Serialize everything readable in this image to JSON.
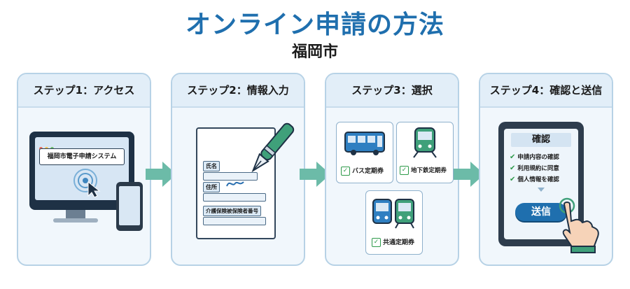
{
  "title": "オンライン申請の方法",
  "subtitle": "福岡市",
  "steps": [
    {
      "label": "ステップ1：アクセス"
    },
    {
      "label": "ステップ2：情報入力"
    },
    {
      "label": "ステップ3：選択"
    },
    {
      "label": "ステップ4：確認と送信"
    }
  ],
  "step1": {
    "system_name": "福岡市電子申請システム"
  },
  "step2": {
    "fields": [
      "氏名",
      "住所",
      "介護保険被保険者番号"
    ]
  },
  "step3": {
    "passes": [
      "バス定期券",
      "地下鉄定期券",
      "共通定期券"
    ]
  },
  "step4": {
    "heading": "確認",
    "items": [
      "申請内容の確認",
      "利用規約に同意",
      "個人情報を確認"
    ],
    "send_label": "送信"
  },
  "colors": {
    "accent": "#1f6fae",
    "arrow": "#5fb4a2",
    "check": "#2e9a4a"
  }
}
